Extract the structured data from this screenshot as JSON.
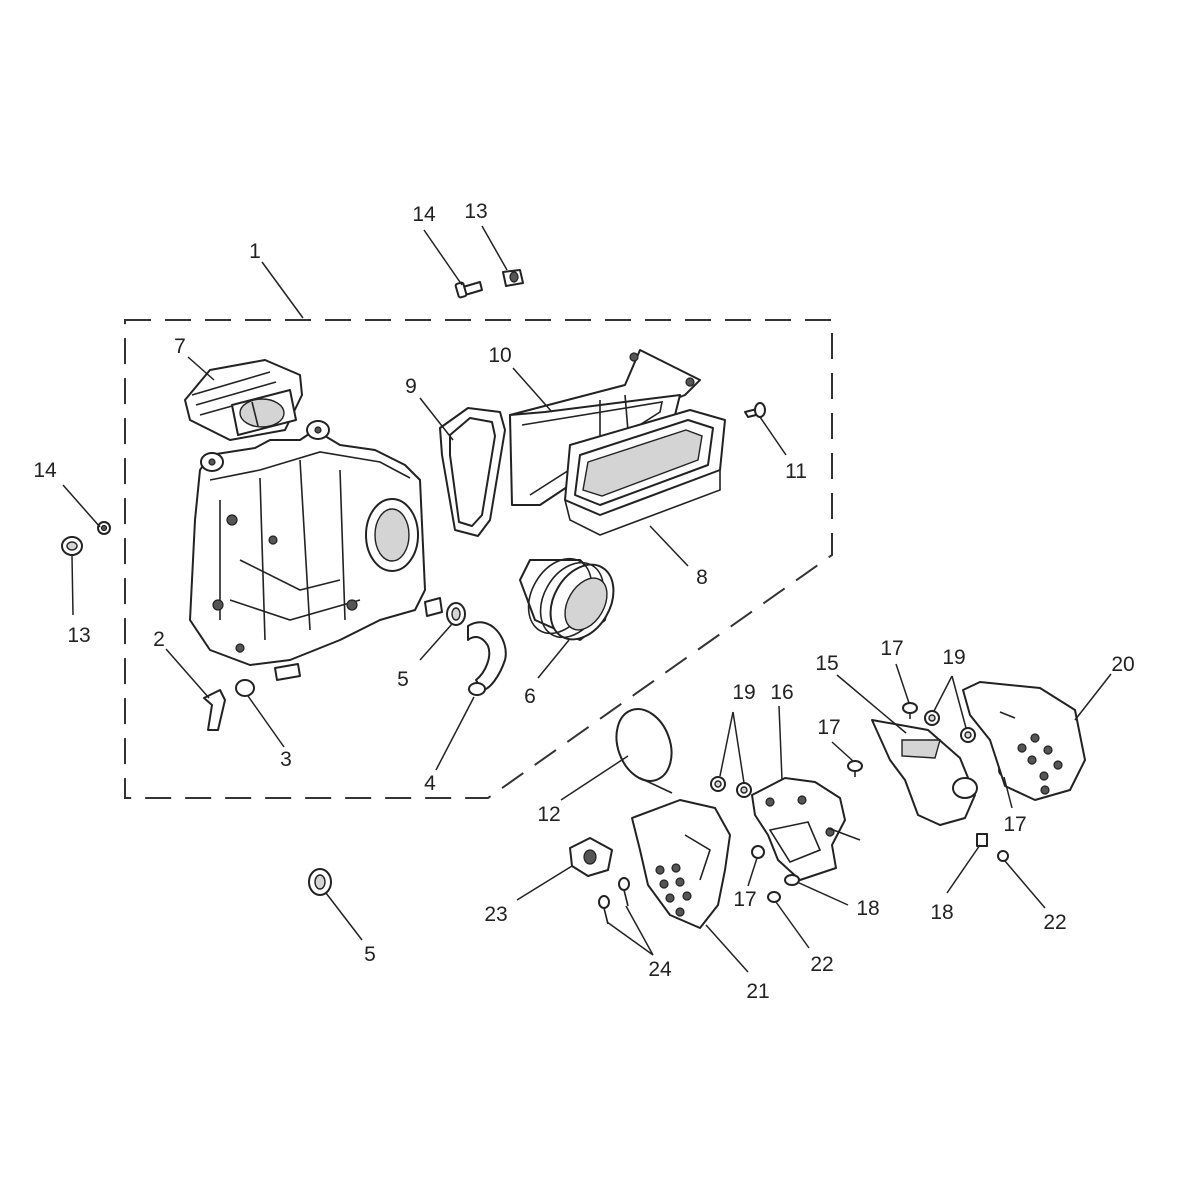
{
  "callouts": [
    {
      "label": "1"
    },
    {
      "label": "2"
    },
    {
      "label": "3"
    },
    {
      "label": "4"
    },
    {
      "label": "5"
    },
    {
      "label": "5"
    },
    {
      "label": "6"
    },
    {
      "label": "7"
    },
    {
      "label": "8"
    },
    {
      "label": "9"
    },
    {
      "label": "10"
    },
    {
      "label": "11"
    },
    {
      "label": "12"
    },
    {
      "label": "13"
    },
    {
      "label": "13"
    },
    {
      "label": "14"
    },
    {
      "label": "14"
    },
    {
      "label": "15"
    },
    {
      "label": "16"
    },
    {
      "label": "17"
    },
    {
      "label": "17"
    },
    {
      "label": "17"
    },
    {
      "label": "17"
    },
    {
      "label": "18"
    },
    {
      "label": "18"
    },
    {
      "label": "19"
    },
    {
      "label": "19"
    },
    {
      "label": "20"
    },
    {
      "label": "21"
    },
    {
      "label": "22"
    },
    {
      "label": "22"
    },
    {
      "label": "23"
    },
    {
      "label": "24"
    }
  ]
}
